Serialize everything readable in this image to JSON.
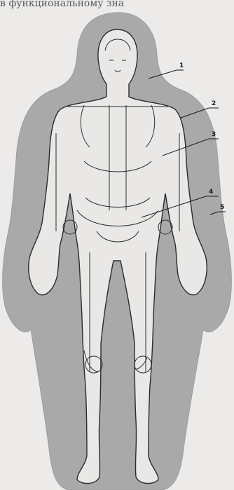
{
  "header_text": "в функциональному зна",
  "callouts": [
    {
      "label": "1",
      "target": "head-aura"
    },
    {
      "label": "2",
      "target": "shoulder-outline"
    },
    {
      "label": "3",
      "target": "trunk"
    },
    {
      "label": "4",
      "target": "inner-contour"
    },
    {
      "label": "5",
      "target": "outer-aura"
    }
  ],
  "colors": {
    "page": "#ecebea",
    "aura": "#a9a9a9",
    "aura_edge": "#9c9c9c",
    "body_fill": "#e9e8e6",
    "ink": "#2b2b2b"
  }
}
